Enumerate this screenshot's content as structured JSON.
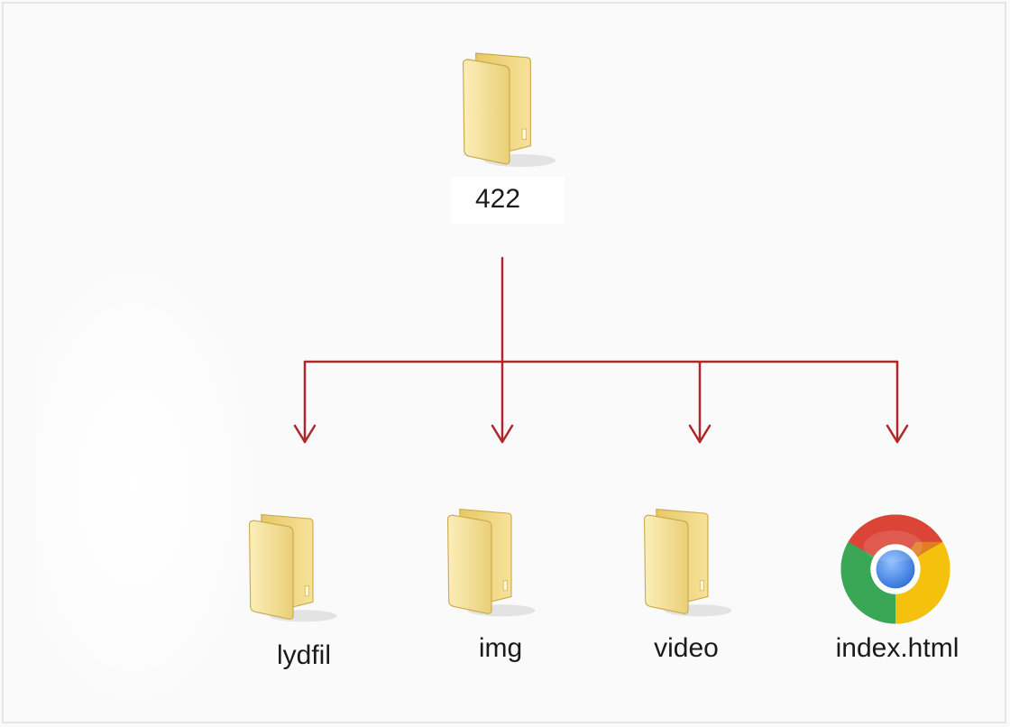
{
  "tree": {
    "root": {
      "label": "422",
      "icon": "folder-icon"
    },
    "children": [
      {
        "id": "lydfil",
        "label": "lydfil",
        "icon": "folder-icon"
      },
      {
        "id": "img",
        "label": "img",
        "icon": "folder-icon"
      },
      {
        "id": "video",
        "label": "video",
        "icon": "folder-icon"
      },
      {
        "id": "index",
        "label": "index.html",
        "icon": "chrome-icon"
      }
    ]
  },
  "colors": {
    "connector": "#b0262b",
    "folder_light": "#f8e7a6",
    "folder_dark": "#e7c865",
    "chrome_red": "#db4437",
    "chrome_green": "#3aa757",
    "chrome_yellow": "#f4c20d",
    "chrome_blue": "#4285f4"
  }
}
